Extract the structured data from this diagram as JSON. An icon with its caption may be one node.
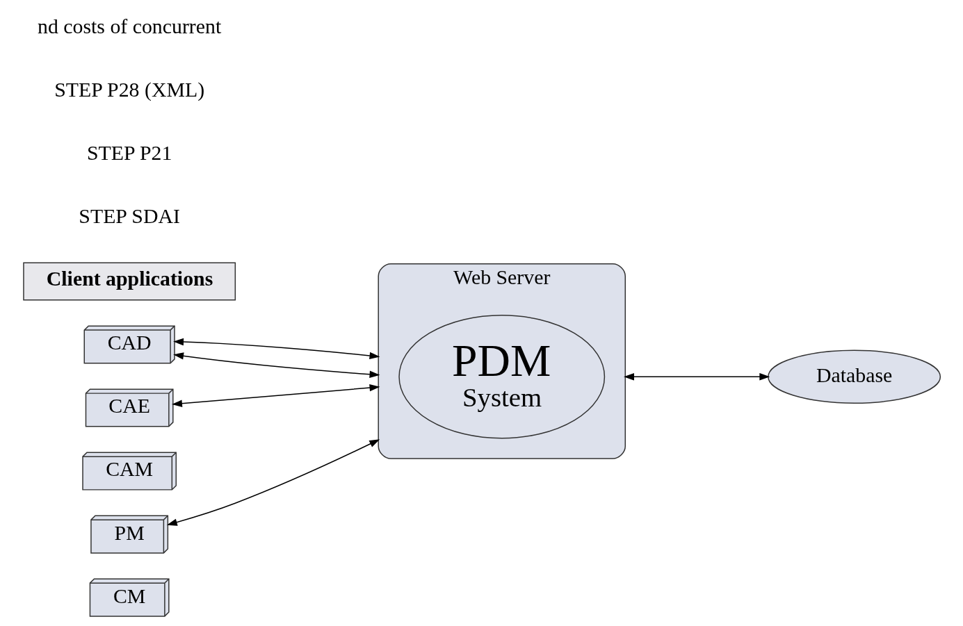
{
  "diagram": {
    "nodes": [
      {
        "text": [
          "Client applications"
        ]
      },
      {
        "text": [
          "CAD"
        ]
      },
      {
        "text": [
          "CAE"
        ]
      },
      {
        "text": [
          "CAM"
        ]
      },
      {
        "text": [
          "PM"
        ]
      },
      {
        "text": [
          "CM"
        ]
      },
      {
        "text": [
          "Web Server"
        ]
      },
      {
        "text": [
          "PDM",
          "System"
        ],
        "in": 6
      },
      {
        "text": [
          "Database"
        ]
      }
    ],
    "edges": [
      {
        "from": 1,
        "to": 6,
        "arrow": "both"
      },
      {
        "from": 1,
        "to": 6,
        "arrow": "both"
      },
      {
        "from": 2,
        "to": 6,
        "arrow": "both"
      },
      {
        "from": 4,
        "to": 6,
        "arrow": "both"
      },
      {
        "from": 6,
        "to": 8,
        "arrow": "both"
      }
    ],
    "labels": [
      "STEP SDAI",
      "STEP P21",
      "STEP P28 (XML)",
      "nd costs of concurrent"
    ]
  }
}
